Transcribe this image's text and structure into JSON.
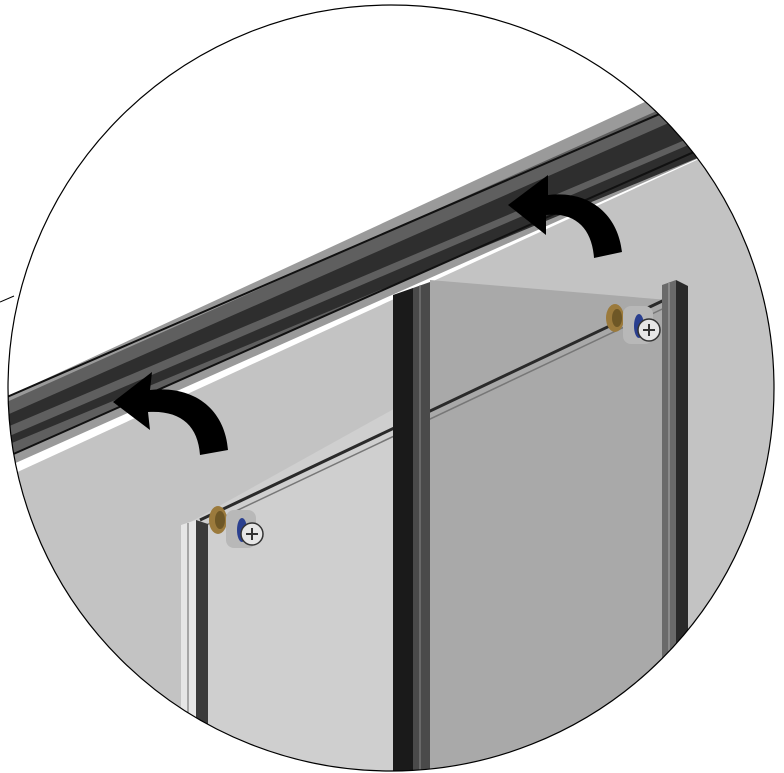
{
  "figure": {
    "view": "detail-callout",
    "colors": {
      "background": "#ffffff",
      "outline": "#000000",
      "rail": "#5f5f5f",
      "rail_dark": "#2e2e2e",
      "rail_light": "#9a9a9a",
      "wall": "#c3c3c3",
      "panel_left": "#cfcfcf",
      "panel_right": "#a9a9a9",
      "post": "#1a1a1a",
      "arrow": "#000000",
      "knob_brass": "#9b7a3c",
      "knob_metal": "#b8b8b8",
      "knob_blue": "#2a3f8f"
    },
    "arrows": [
      {
        "icon": "curved-arrow-rotate-left"
      },
      {
        "icon": "curved-arrow-rotate-left"
      }
    ],
    "fasteners": [
      {
        "icon": "cam-lock-fastener"
      },
      {
        "icon": "cam-lock-fastener"
      }
    ]
  }
}
